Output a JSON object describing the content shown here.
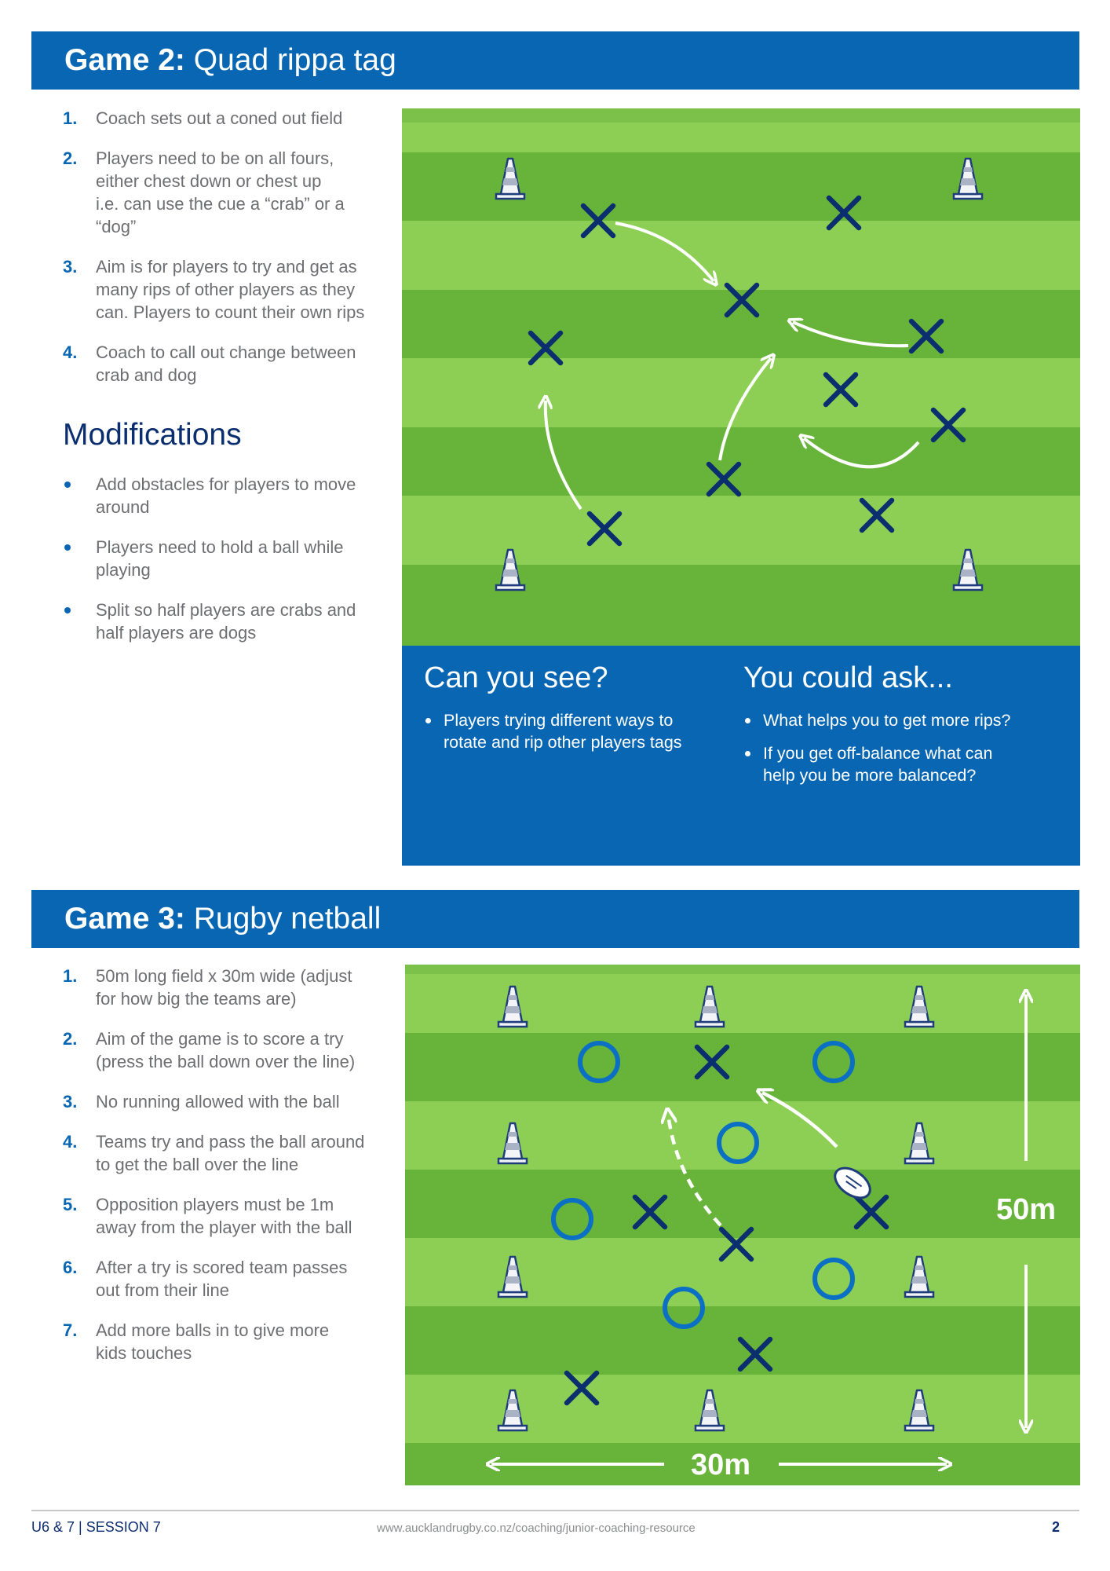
{
  "game2": {
    "title_bold": "Game 2:",
    "title_rest": " Quad rippa tag",
    "steps": [
      {
        "num": "1.",
        "lines": [
          "Coach sets out a coned out field"
        ]
      },
      {
        "num": "2.",
        "lines": [
          "Players need to be on all fours,",
          "either chest down or chest up",
          "i.e. can use the cue a “crab” or a",
          "“dog”"
        ]
      },
      {
        "num": "3.",
        "lines": [
          "Aim is for players to try and get as",
          "many rips of other players as they",
          "can. Players to count their own rips"
        ]
      },
      {
        "num": "4.",
        "lines": [
          "Coach to call out change between",
          "crab and dog"
        ]
      }
    ],
    "modifications_title": "Modifications",
    "modifications": [
      {
        "lines": [
          "Add obstacles for players to move",
          "around"
        ]
      },
      {
        "lines": [
          "Players need to hold a ball while",
          "playing"
        ]
      },
      {
        "lines": [
          "Split so half players are crabs and",
          "half players are dogs"
        ]
      }
    ],
    "can_you_see": {
      "title": "Can you see?",
      "items": [
        {
          "lines": [
            "Players trying different ways to",
            "rotate and rip other players tags"
          ]
        }
      ]
    },
    "you_could_ask": {
      "title": "You could ask...",
      "items": [
        {
          "lines": [
            "What helps you to get more rips?"
          ]
        },
        {
          "lines": [
            "If you get off-balance what can",
            "help you be more balanced?"
          ]
        }
      ]
    }
  },
  "game3": {
    "title_bold": "Game 3:",
    "title_rest": " Rugby netball",
    "steps": [
      {
        "num": "1.",
        "lines": [
          "50m long field x 30m wide (adjust",
          "for how big the teams are)"
        ]
      },
      {
        "num": "2.",
        "lines": [
          "Aim of the game is to score a try",
          "(press the ball down over the line)"
        ]
      },
      {
        "num": "3.",
        "lines": [
          "No running allowed with the ball"
        ]
      },
      {
        "num": "4.",
        "lines": [
          "Teams try and pass the ball around",
          "to get the ball over the line"
        ]
      },
      {
        "num": "5.",
        "lines": [
          "Opposition players must be 1m",
          "away from the player with the ball"
        ]
      },
      {
        "num": "6.",
        "lines": [
          "After a try is scored team passes",
          "out from their line"
        ]
      },
      {
        "num": "7.",
        "lines": [
          "Add more balls in to give more",
          "kids touches"
        ]
      }
    ],
    "length_label": "50m",
    "width_label": "30m"
  },
  "footer": {
    "left_a": "U6 & 7",
    "left_b": "SESSION 7",
    "url": "www.aucklandrugby.co.nz/coaching/junior-coaching-resource",
    "page": "2"
  },
  "colors": {
    "brand_blue": "#0866b3",
    "navy": "#0b2e6e",
    "grass_light": "#8ccf54",
    "grass_dark": "#68b33a"
  },
  "icons": [
    "cone-icon",
    "player-cross-icon",
    "player-circle-icon",
    "rugby-ball-icon",
    "arrow-icon"
  ]
}
